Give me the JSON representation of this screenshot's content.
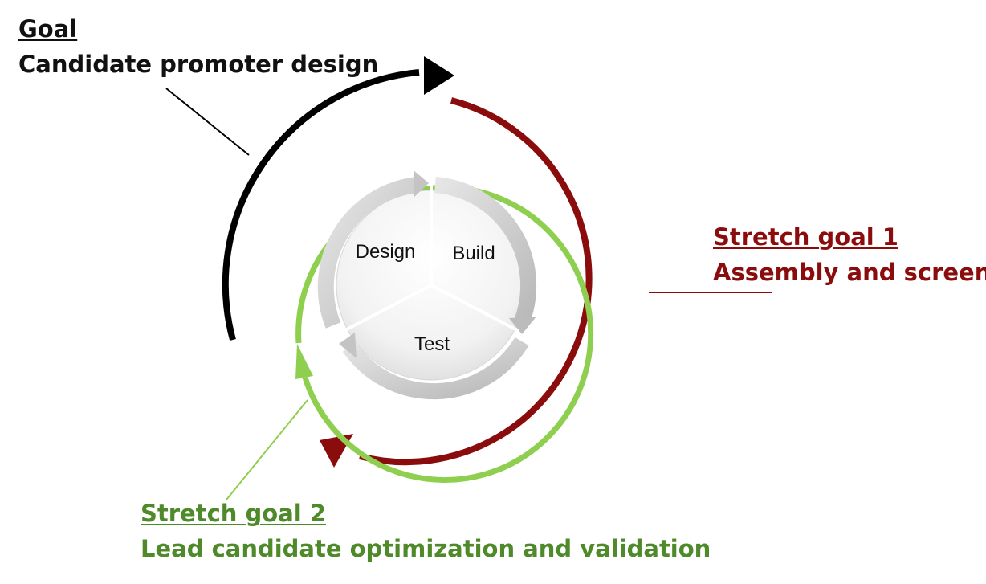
{
  "goal": {
    "heading": "Goal",
    "text": "Candidate promoter design"
  },
  "stretch_goal_1": {
    "heading": "Stretch goal 1",
    "text": "Assembly and screen"
  },
  "stretch_goal_2": {
    "heading": "Stretch goal 2",
    "text": "Lead candidate optimization and validation"
  },
  "cycle": {
    "stages": [
      "Design",
      "Build",
      "Test"
    ]
  },
  "colors": {
    "goal": "#000000",
    "stretch_goal_1": "#8b0c0c",
    "stretch_goal_2": "#4e8a2a",
    "stretch_goal_2_ring": "#8fcf4f",
    "cycle_arrows": "#c8c8c8"
  }
}
